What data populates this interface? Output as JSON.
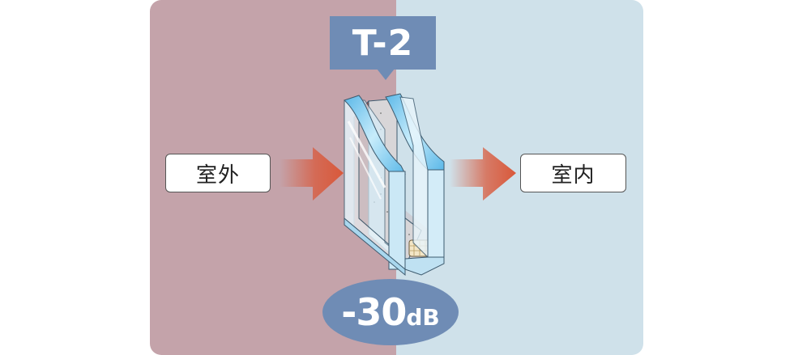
{
  "diagram": {
    "title_tag": "T-2",
    "outside_label": "室外",
    "inside_label": "室内",
    "reduction": {
      "value": "-30",
      "unit": "dB"
    },
    "flow": "outside → double-glazed glass unit → inside",
    "components": [
      "outside-area",
      "sound-arrow-in",
      "double-glazed-glass-unit",
      "sound-arrow-out",
      "inside-area"
    ]
  },
  "colors": {
    "outside_bg": "#c4a3aa",
    "inside_bg": "#cfe1ea",
    "tag_bg": "#6f8cb5",
    "db_bg": "#6f8cb5",
    "arrow": "#d9583a",
    "glass_edge": "#8fd0ee",
    "glass_face": "#e2f1f8",
    "spacer": "#b5493b"
  }
}
